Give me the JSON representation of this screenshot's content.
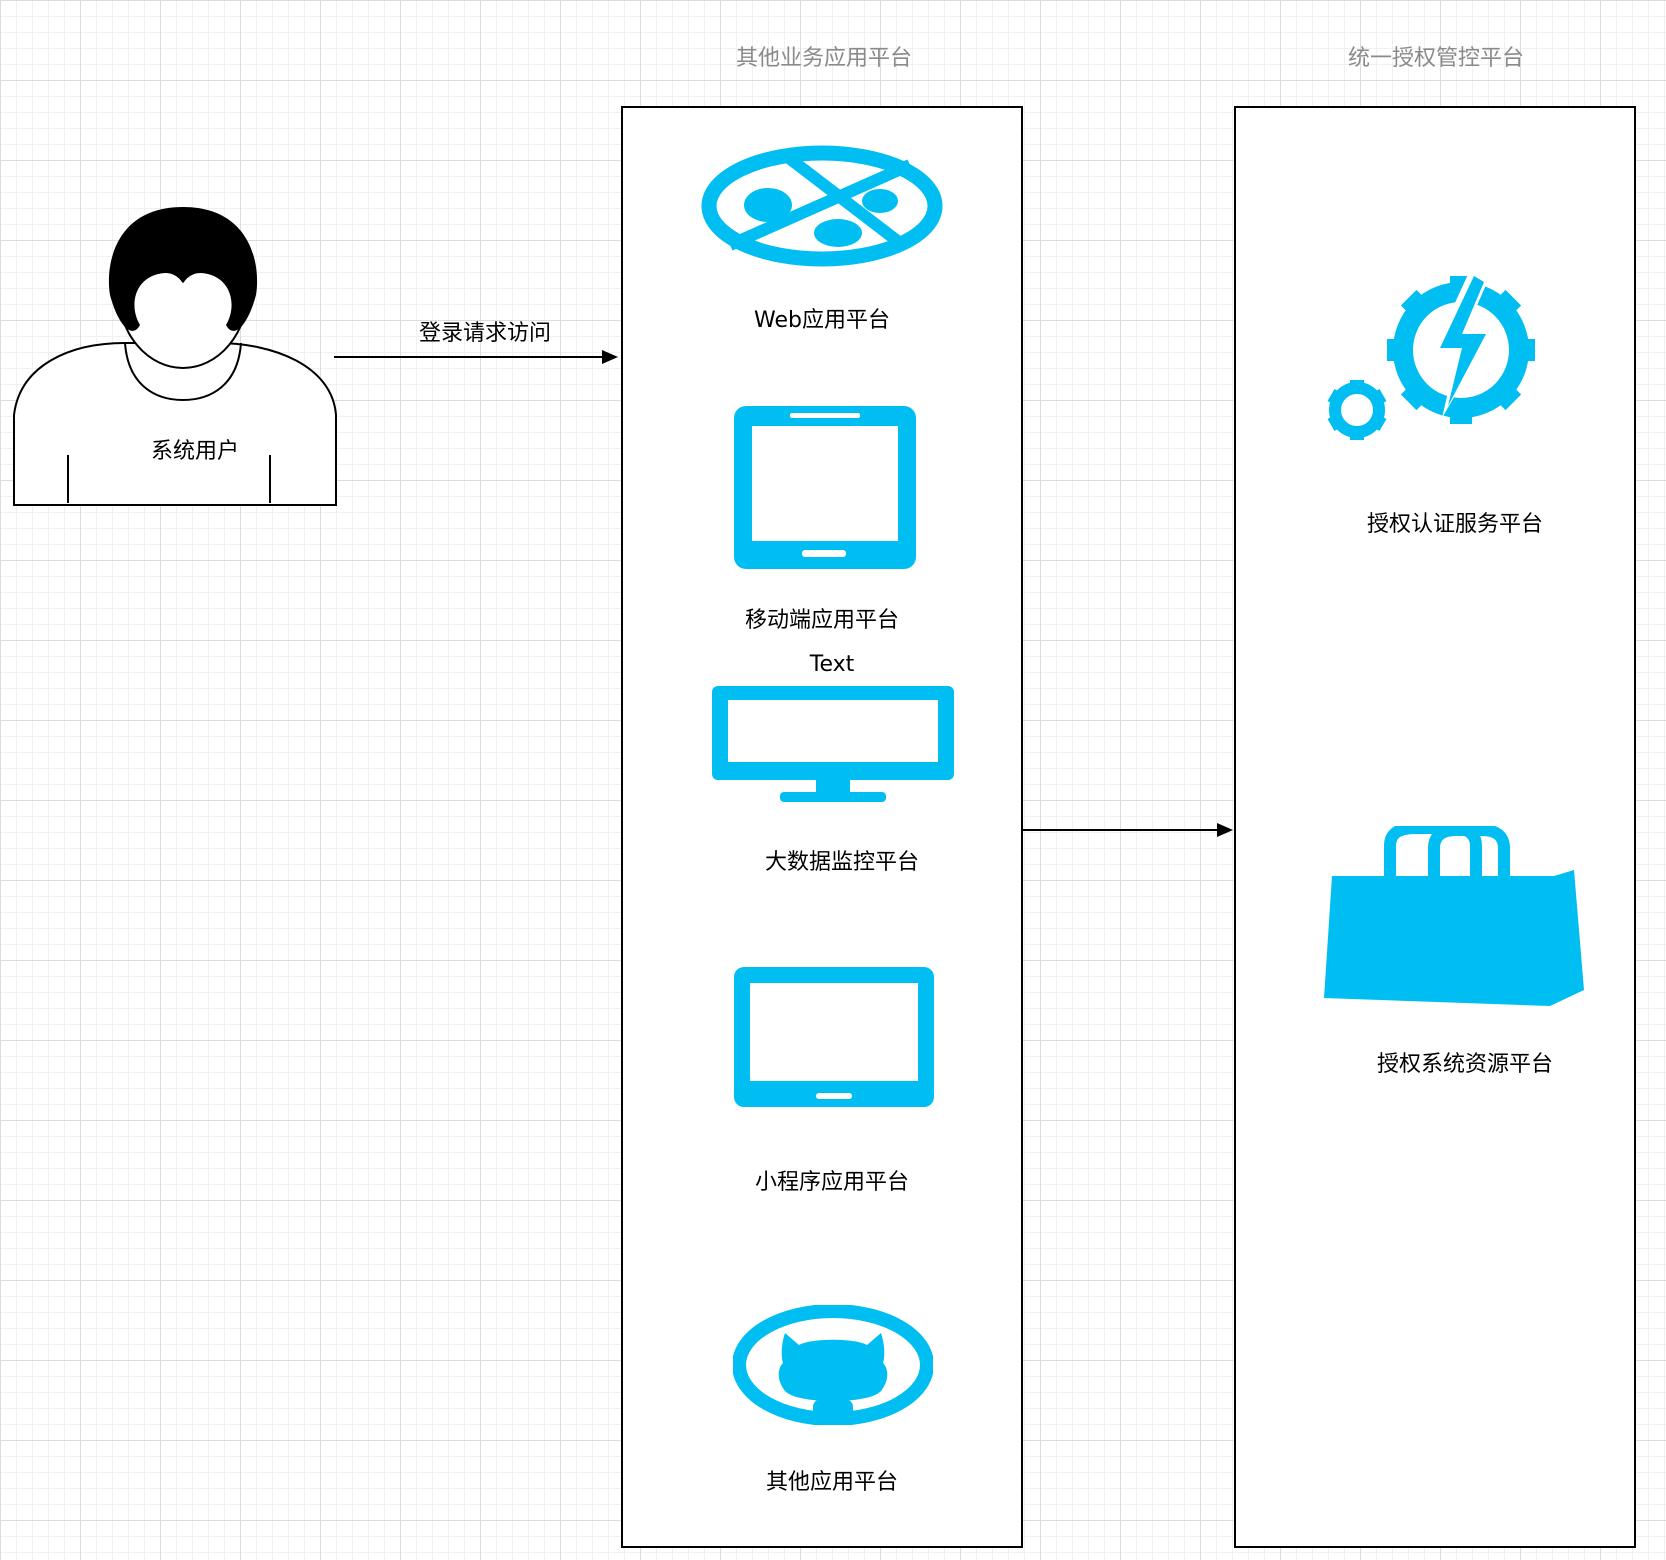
{
  "columns": {
    "business_title": "其他业务应用平台",
    "auth_title": "统一授权管控平台"
  },
  "actor": {
    "label": "系统用户"
  },
  "arrows": {
    "login_label": "登录请求访问"
  },
  "business_items": [
    {
      "label": "Web应用平台",
      "icon": "web-globe-icon"
    },
    {
      "label": "移动端应用平台",
      "icon": "tablet-icon"
    },
    {
      "label": "Text",
      "icon": ""
    },
    {
      "label": "大数据监控平台",
      "icon": "monitor-icon"
    },
    {
      "label": "小程序应用平台",
      "icon": "tablet-landscape-icon"
    },
    {
      "label": "其他应用平台",
      "icon": "github-icon"
    }
  ],
  "auth_items": [
    {
      "label": "授权认证服务平台",
      "icon": "gears-lightning-icon"
    },
    {
      "label": "授权系统资源平台",
      "icon": "shopping-bag-icon"
    }
  ],
  "colors": {
    "accent": "#00BEF2",
    "stroke": "#000000",
    "title_gray": "#8a8a8a"
  }
}
